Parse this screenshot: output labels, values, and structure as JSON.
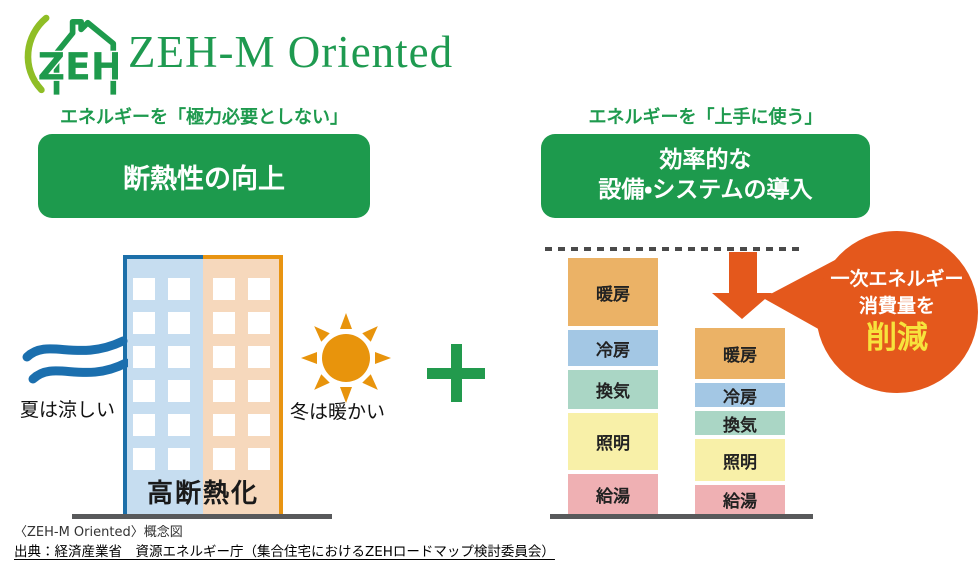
{
  "logo": {
    "label": "ZEH"
  },
  "title": "ZEH-M Oriented",
  "left_panel": {
    "heading": "エネルギーを「極力必要としない」",
    "measure_label": "断熱性の向上",
    "wind_caption": "夏は涼しい",
    "sun_caption": "冬は暖かい",
    "building_caption": "高断熱化"
  },
  "right_panel": {
    "heading": "エネルギーを「上手に使う」",
    "measure_label_line1": "効率的な",
    "measure_label_line2": "設備・システムの導入",
    "bubble": {
      "line1": "一次エネルギー",
      "line2": "消費量を",
      "line3": "削減"
    }
  },
  "chart_data": {
    "type": "bar",
    "subtype": "stacked-vertical",
    "categories": [
      "暖房",
      "冷房",
      "換気",
      "照明",
      "給湯"
    ],
    "series": [
      {
        "name": "before",
        "values": [
          68,
          36,
          39,
          57,
          40
        ]
      },
      {
        "name": "after",
        "values": [
          51,
          24,
          24,
          42,
          29
        ]
      }
    ],
    "value_unit": "relative segment height (px, unlabeled in source)",
    "segment_colors": [
      "#EBB266",
      "#A3C7E4",
      "#AAD6C5",
      "#F8F0A8",
      "#EFB0B3"
    ],
    "legend": "none",
    "annotations": [
      "一次エネルギー消費量を削減"
    ]
  },
  "footer": {
    "caption": "〈ZEH-M Oriented〉概念図",
    "source": "出典：経済産業省　資源エネルギー庁（集合住宅におけるZEHロードマップ検討委員会）"
  },
  "colors": {
    "brand_green": "#1E9A4E",
    "pill_green": "#1D9A4D",
    "accent_orange": "#E4581C",
    "highlight_yellow": "#F7E33C",
    "building_blue_fill": "#C6DDF0",
    "building_blue_border": "#1C6FA9",
    "building_peach_fill": "#F6D8BC",
    "building_peach_border": "#E89412",
    "wind_blue": "#1B6FAE",
    "sun_orange": "#E8940C",
    "ground_gray": "#58595B"
  }
}
